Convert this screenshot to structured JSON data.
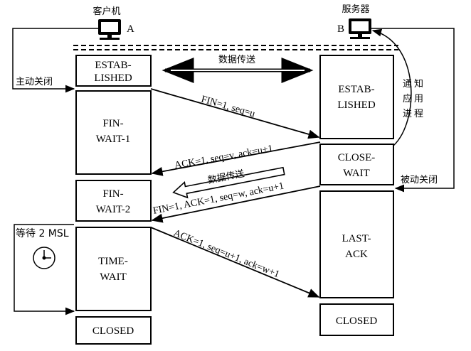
{
  "client": {
    "name": "客户机",
    "tag": "A"
  },
  "server": {
    "name": "服务器",
    "tag": "B"
  },
  "labels": {
    "active_close": "主动关闭",
    "data_transfer_top": "数据传送",
    "notify_app": [
      "通",
      "知",
      "应",
      "用",
      "进",
      "程"
    ],
    "passive_close": "被动关闭",
    "data_transfer_mid": "数据传送",
    "wait_2msl": "等待 2 MSL"
  },
  "client_states": [
    [
      "ESTAB-",
      "LISHED"
    ],
    [
      "FIN-",
      "WAIT-1"
    ],
    [
      "FIN-",
      "WAIT-2"
    ],
    [
      "TIME-",
      "WAIT"
    ],
    [
      "CLOSED"
    ]
  ],
  "server_states": [
    [
      "ESTAB-",
      "LISHED"
    ],
    [
      "CLOSE-",
      "WAIT"
    ],
    [
      "LAST-",
      "ACK"
    ],
    [
      "CLOSED"
    ]
  ],
  "messages": [
    "FIN=1, seq=u",
    "ACK=1, seq=v, ack=u+1",
    "FIN=1, ACK=1, seq=w, ack=u+1",
    "ACK=1, seq=u+1, ack=w+1"
  ]
}
